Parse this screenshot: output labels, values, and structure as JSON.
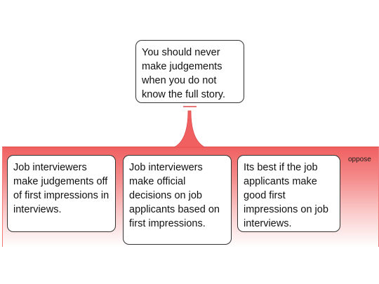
{
  "diagram": {
    "root": {
      "text": "You should never make judgements when you do not know the full story."
    },
    "group": {
      "label": "oppose",
      "color": "#f06060"
    },
    "children": [
      {
        "text": "Job interviewers make judgements off of first impressions in interviews."
      },
      {
        "text": "Job interviewers make official decisions on job applicants based on first impressions."
      },
      {
        "text": "Its best if the job applicants make good first impressions on job interviews."
      }
    ]
  }
}
